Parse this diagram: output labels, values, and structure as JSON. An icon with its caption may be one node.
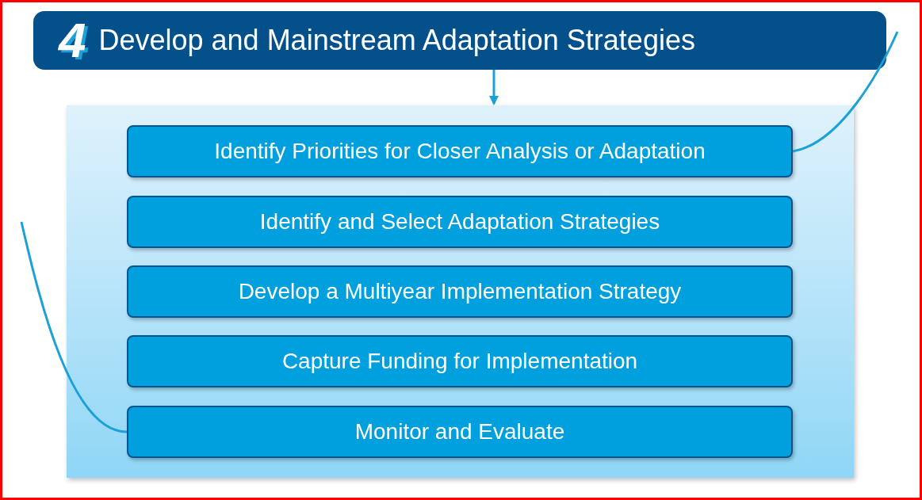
{
  "diagram": {
    "nodes": [
      {
        "text": [
          "4",
          "Develop and Mainstream Adaptation Strategies"
        ]
      },
      {
        "text": [],
        "shape": "box"
      },
      {
        "text": [
          "Identify Priorities for Closer Analysis or Adaptation"
        ],
        "in": 1
      },
      {
        "text": [
          "Identify and Select Adaptation Strategies"
        ],
        "in": 1
      },
      {
        "text": [
          "Develop a Multiyear Implementation Strategy"
        ],
        "in": 1
      },
      {
        "text": [
          "Capture Funding for Implementation"
        ],
        "in": 1
      },
      {
        "text": [
          "Monitor and Evaluate"
        ],
        "in": 1
      }
    ],
    "edges": [
      {
        "from": 0,
        "to": 1,
        "arrow": "to"
      },
      {
        "from": 2,
        "to": null,
        "arrow": "none"
      },
      {
        "from": null,
        "to": 6,
        "arrow": "none"
      }
    ]
  }
}
